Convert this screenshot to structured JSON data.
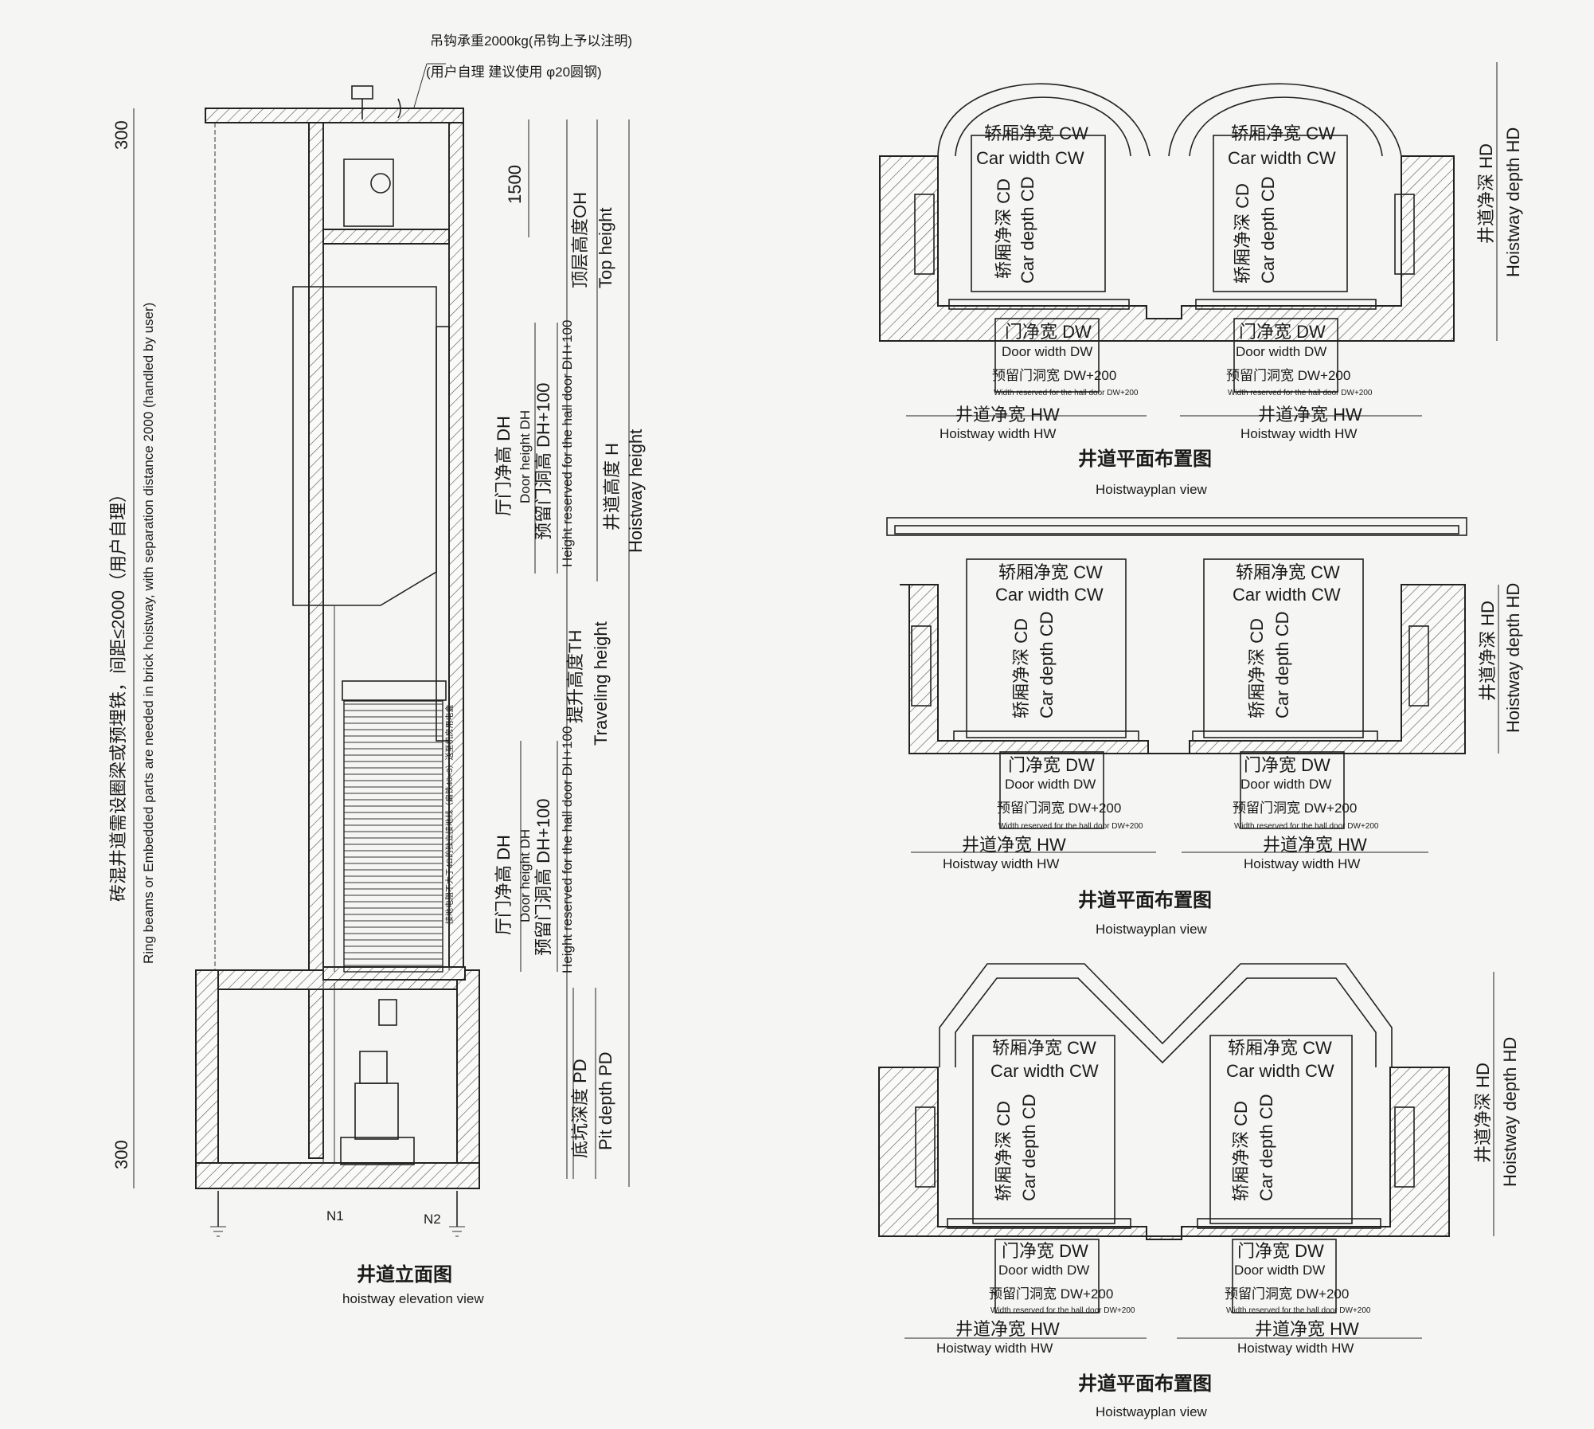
{
  "elevation": {
    "hook_note_1": "吊钩承重2000kg(吊钩上予以注明)",
    "hook_note_2": "(用户自理 建议使用 φ20圆钢)",
    "dim_top_300": "300",
    "dim_bottom_300": "300",
    "dim_1500": "1500",
    "oh_cn": "顶层高度OH",
    "oh_en": "Top height",
    "dh_cn": "厅门净高 DH",
    "dh_en": "Door height DH",
    "dh100_cn": "预留门洞高 DH+100",
    "dh100_en": "Height reserved for the hall door DH+100",
    "h_cn": "井道高度 H",
    "h_en": "Hoistway height",
    "th_cn": "提升高度TH",
    "th_en": "Traveling height",
    "pd_cn": "底坑深度 PD",
    "pd_en": "Pit depth PD",
    "ring_cn": "砖混井道需设圈梁或预埋铁，间距≤2000（用户自理）",
    "ring_en": "Ring beams or Embedded parts are needed in brick hoistway, with separation distance 2000 (handled by user)",
    "cable_note": "接地电阻不大于4Ω的独立接地线（扁铁40×3）送至机房用电盒",
    "n1": "N1",
    "n2": "N2",
    "title_cn": "井道立面图",
    "title_en": "hoistway elevation view"
  },
  "plan": {
    "cw_cn": "轿厢净宽 CW",
    "cw_en": "Car width  CW",
    "cd_cn": "轿厢净深 CD",
    "cd_en": "Car depth CD",
    "dw_cn": "门净宽 DW",
    "dw_en": "Door width  DW",
    "dw200_cn": "预留门洞宽 DW+200",
    "dw200_en": "Width reserved for the hall door  DW+200",
    "hw_cn": "井道净宽 HW",
    "hw_en": "Hoistway  width  HW",
    "hd_cn": "井道净深 HD",
    "hd_en": "Hoistway  depth  HD",
    "title_cn": "井道平面布置图",
    "title_en": "Hoistwayplan view"
  },
  "colors": {
    "ink": "#1a1a1a",
    "paper": "#f5f5f3"
  }
}
